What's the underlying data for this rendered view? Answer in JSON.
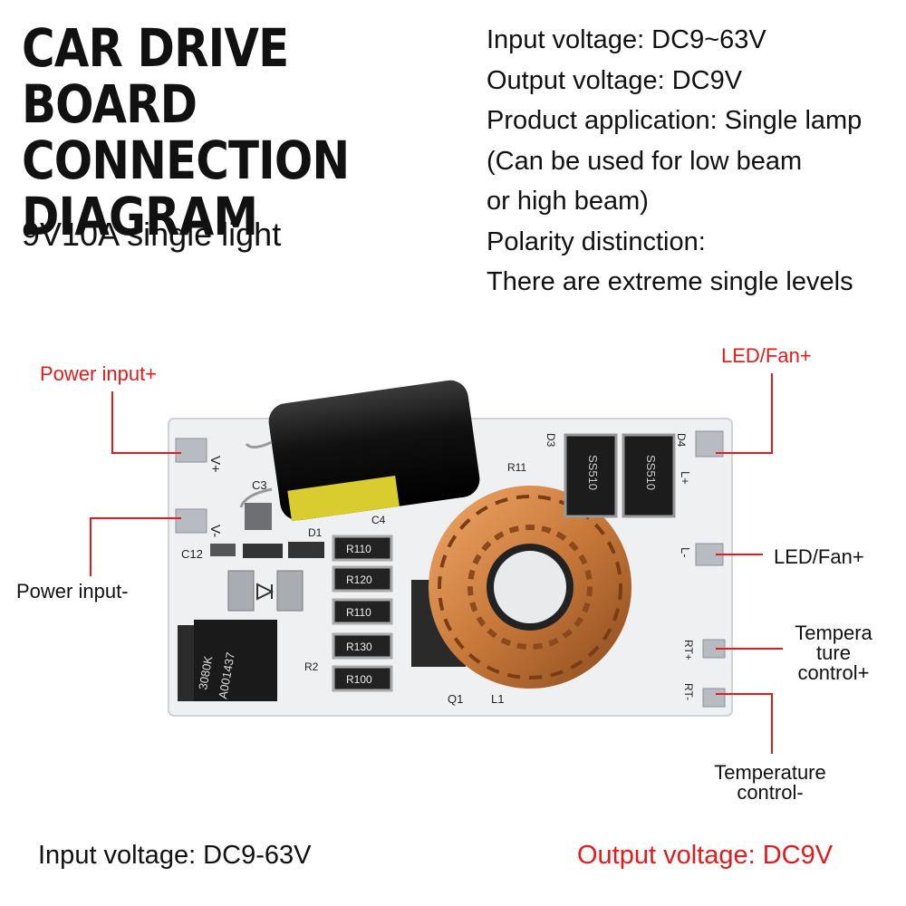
{
  "header": {
    "title_lines": [
      "CAR DRIVE BOARD",
      "CONNECTION",
      "DIAGRAM"
    ],
    "subtitle": "9V10A single light"
  },
  "specs": [
    "Input voltage: DC9~63V",
    "Output voltage: DC9V",
    "Product application: Single lamp",
    "(Can be used for low beam",
    "or high beam)",
    "Polarity distinction:",
    "There are extreme single levels"
  ],
  "labels": {
    "power_input_plus": "Power input+",
    "power_input_minus": "Power input-",
    "led_fan_plus_top": "LED/Fan+",
    "led_fan_plus_mid": "LED/Fan+",
    "temp_plus_lines": [
      "Tempera",
      "ture",
      "control+"
    ],
    "temp_minus_lines": [
      "Temperature",
      "control-"
    ]
  },
  "board_silkscreen": {
    "vplus": "V+",
    "vminus": "V-",
    "c12": "C12",
    "c3": "C3",
    "c4": "C4",
    "d1": "D1",
    "d3": "D3",
    "d4": "D4",
    "q1": "Q1",
    "l1": "L1",
    "r2": "R2",
    "r11": "R11",
    "lplus": "L+",
    "lminus": "L-",
    "rtplus": "RT+",
    "rtminus": "RT-",
    "res1": "R110",
    "res2": "R120",
    "res3": "R110",
    "res4": "R130",
    "res5": "R100",
    "diode_a": "SS510",
    "diode_b": "SS510",
    "ic": "3080K",
    "ic2": "A001437"
  },
  "footer": {
    "input": "Input voltage: DC9-63V",
    "output": "Output voltage: DC9V"
  },
  "colors": {
    "accent_red": "#e21b1b",
    "board": "#eef0f2",
    "copper": "#c8793a"
  }
}
